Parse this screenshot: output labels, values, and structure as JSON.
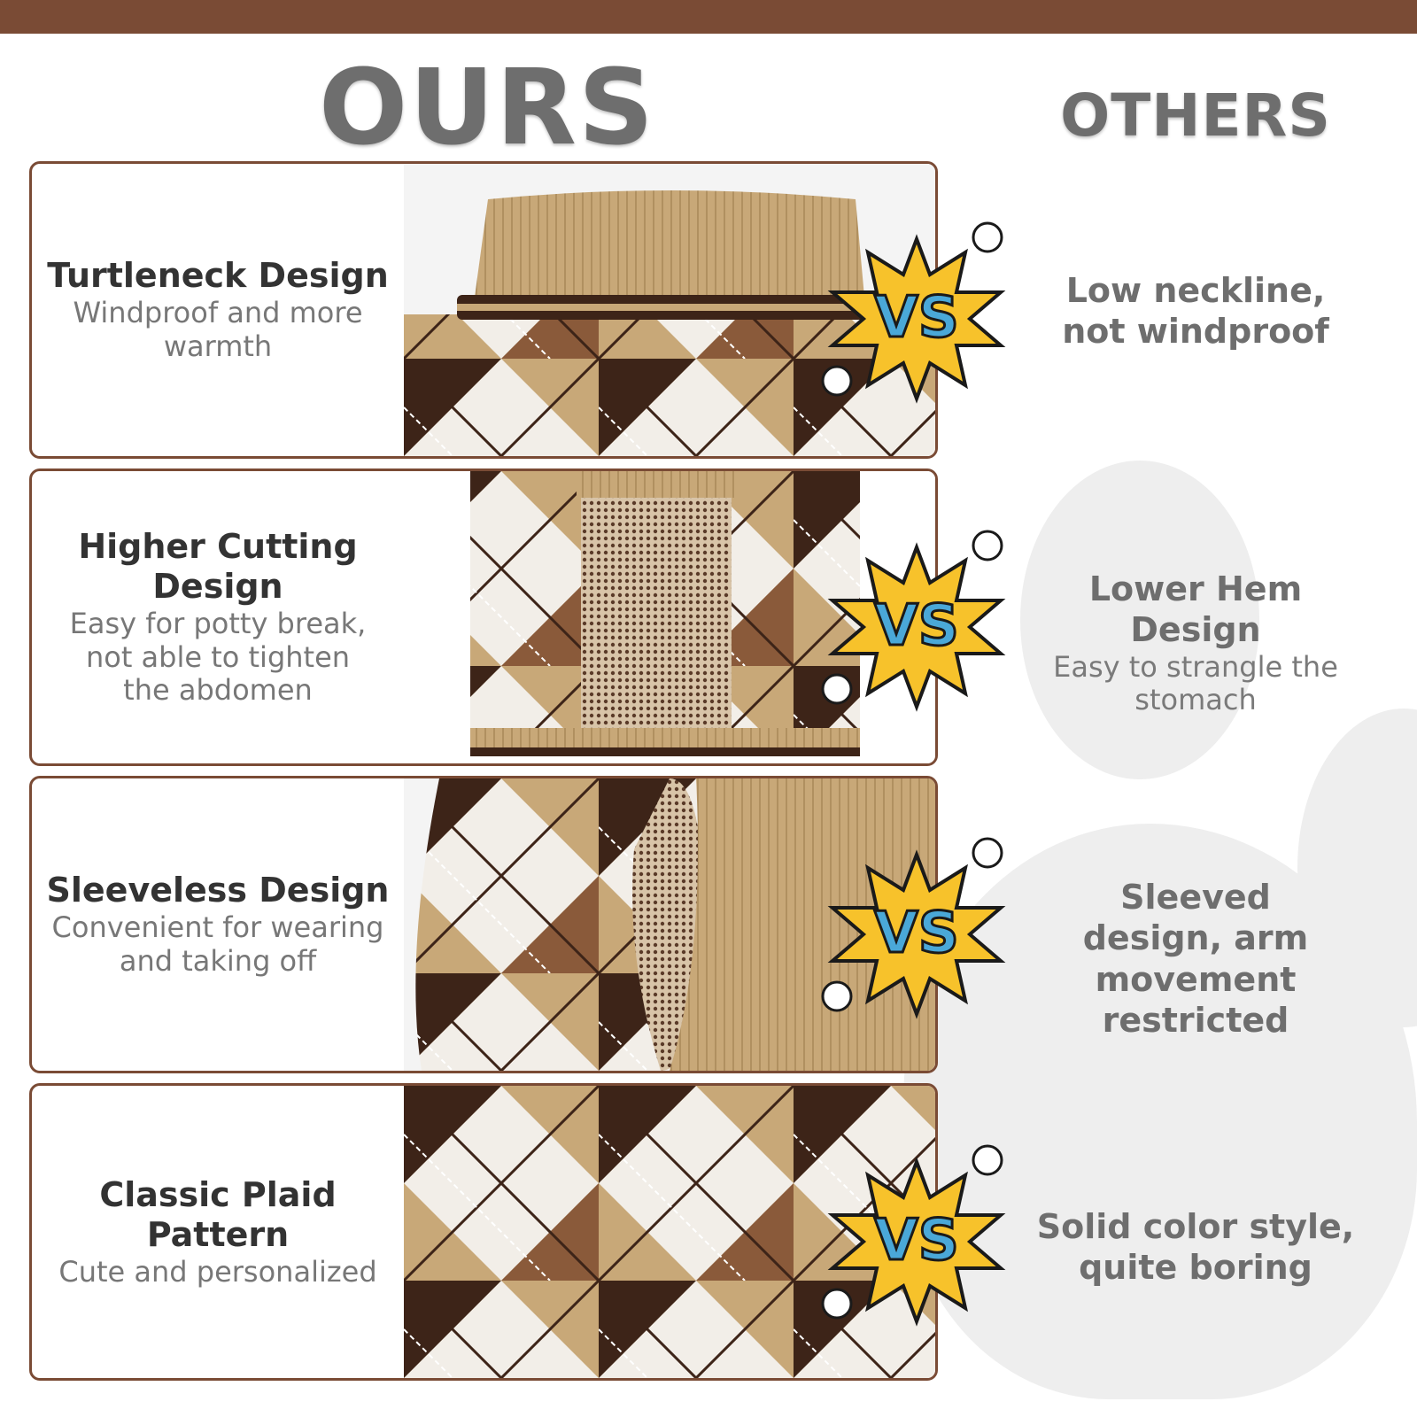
{
  "header": {
    "ours": "OURS",
    "others": "OTHERS"
  },
  "rows": [
    {
      "title": "Turtleneck Design",
      "desc": "Windproof and more warmth",
      "vs": "VS",
      "other_title": "Low neckline, not windproof",
      "other_desc": ""
    },
    {
      "title": "Higher Cutting Design",
      "desc": "Easy for potty break, not able to tighten the abdomen",
      "vs": "VS",
      "other_title": "Lower Hem Design",
      "other_desc": "Easy to strangle the stomach"
    },
    {
      "title": "Sleeveless Design",
      "desc": "Convenient for wearing and taking off",
      "vs": "VS",
      "other_title": "Sleeved design, arm movement restricted",
      "other_desc": ""
    },
    {
      "title": "Classic Plaid Pattern",
      "desc": "Cute and personalized",
      "vs": "VS",
      "other_title": "Solid color style, quite boring",
      "other_desc": ""
    }
  ],
  "colors": {
    "brand_brown": "#7a4b35",
    "tan": "#c8a878",
    "dark_brown": "#3d2418",
    "mid_brown": "#8a5a3a",
    "vs_yellow": "#f7c22b",
    "vs_blue": "#4aa8d8"
  },
  "icons": {
    "vs_badge": "comic-burst-vs-icon",
    "paw_background": "paw-print-icon"
  }
}
